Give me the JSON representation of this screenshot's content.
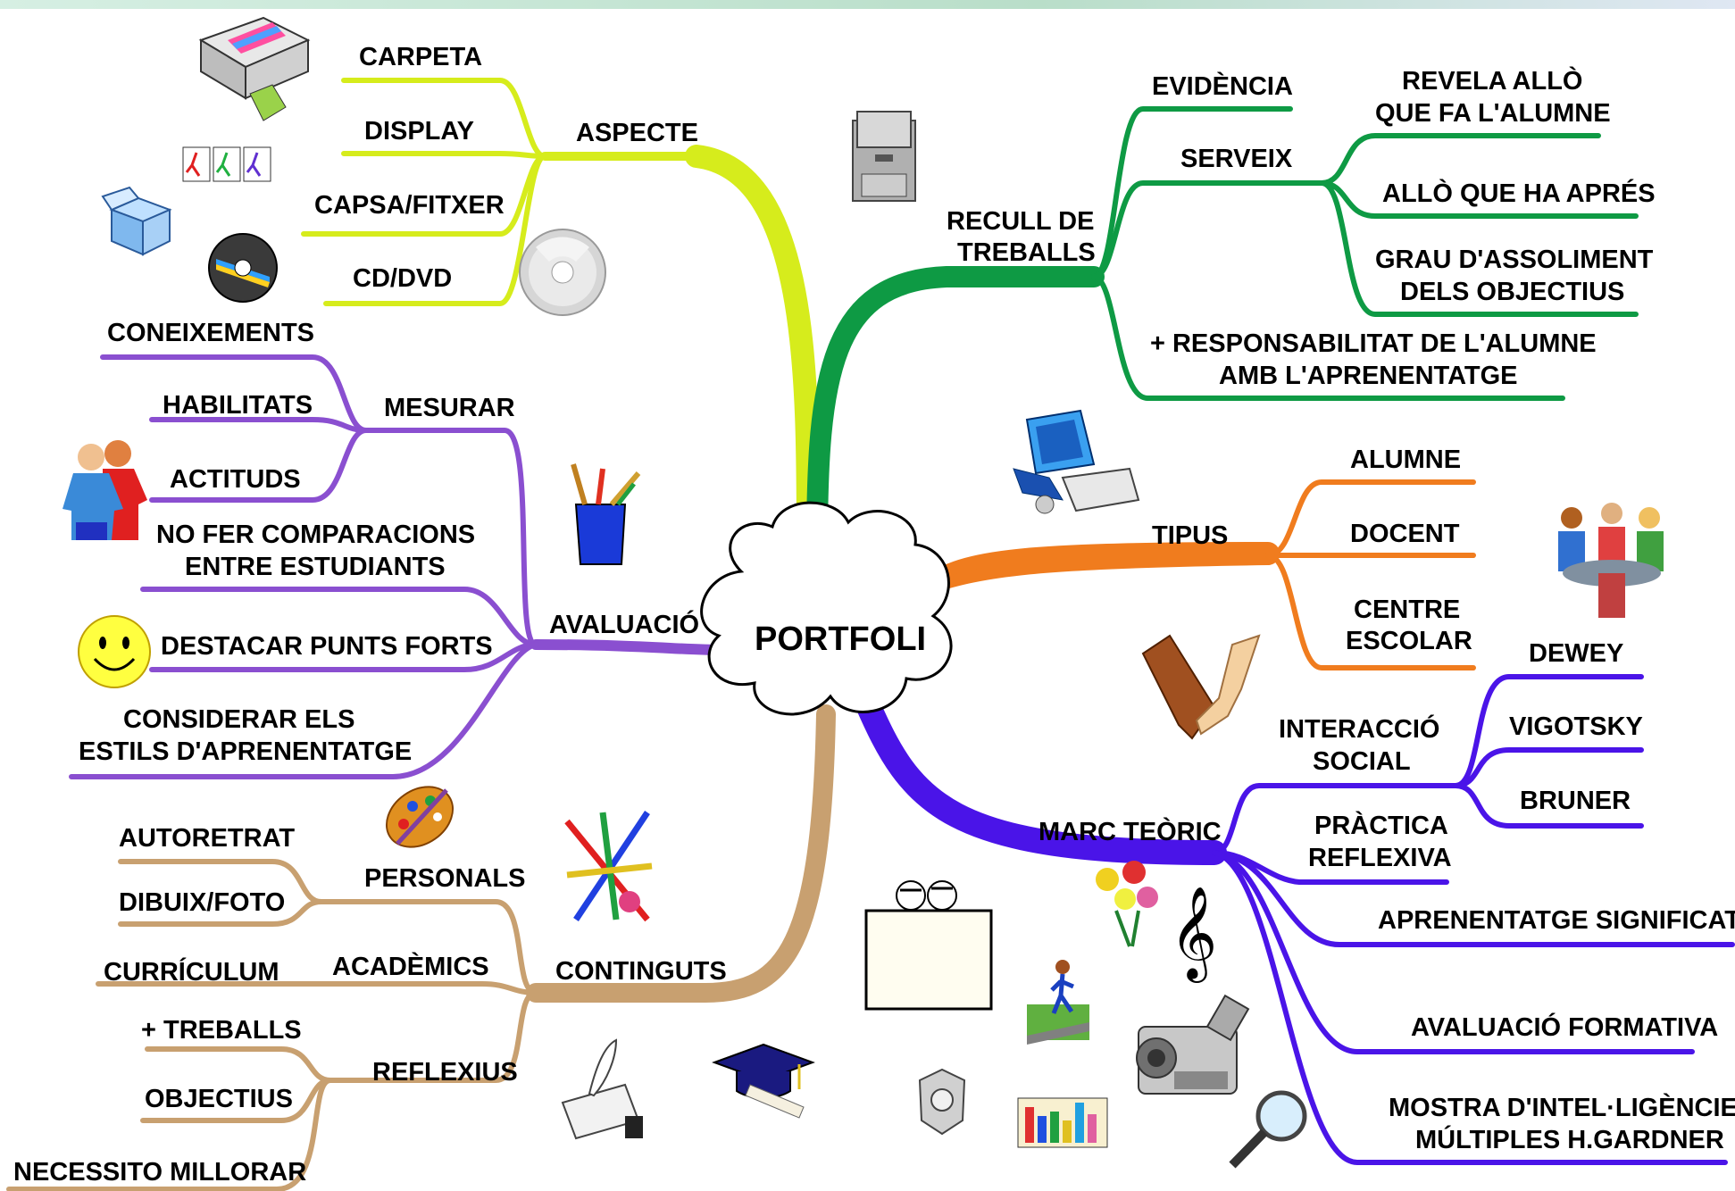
{
  "center": "PORTFOLI",
  "colors": {
    "aspecte": "#d6ec1c",
    "recull": "#0e9a44",
    "tipus": "#f07c1e",
    "marc": "#4a14e8",
    "avaluacio": "#8a4fd0",
    "continguts": "#c8a070"
  },
  "aspecte": {
    "title": "ASPECTE",
    "items": [
      "CARPETA",
      "DISPLAY",
      "CAPSA/FITXER",
      "CD/DVD"
    ]
  },
  "recull": {
    "title1": "RECULL DE",
    "title2": "TREBALLS",
    "evidencia": "EVIDÈNCIA",
    "serveix": "SERVEIX",
    "serveix_items": {
      "revela1": "REVELA ALLÒ",
      "revela2": "QUE FA L'ALUMNE",
      "apres": "ALLÒ QUE HA APRÉS",
      "grau1": "GRAU D'ASSOLIMENT",
      "grau2": "DELS OBJECTIUS"
    },
    "resp1": "+ RESPONSABILITAT DE L'ALUMNE",
    "resp2": "AMB L'APRENENTATGE"
  },
  "tipus": {
    "title": "TIPUS",
    "alumne": "ALUMNE",
    "docent": "DOCENT",
    "centre1": "CENTRE",
    "centre2": "ESCOLAR"
  },
  "marc": {
    "title": "MARC TEÒRIC",
    "interaccio1": "INTERACCIÓ",
    "interaccio2": "SOCIAL",
    "authors": [
      "DEWEY",
      "VIGOTSKY",
      "BRUNER"
    ],
    "practica1": "PRÀCTICA",
    "practica2": "REFLEXIVA",
    "significatiu": "APRENENTATGE SIGNIFICATIU",
    "formativa": "AVALUACIÓ FORMATIVA",
    "mostra1": "MOSTRA D'INTEL·LIGÈNCIES",
    "mostra2": "MÚLTIPLES H.GARDNER"
  },
  "avaluacio": {
    "title": "AVALUACIÓ",
    "mesurar": "MESURAR",
    "mesurar_items": [
      "CONEIXEMENTS",
      "HABILITATS",
      "ACTITUDS"
    ],
    "nofer1": "NO FER COMPARACIONS",
    "nofer2": "ENTRE ESTUDIANTS",
    "destacar": "DESTACAR PUNTS FORTS",
    "considerar1": "CONSIDERAR ELS",
    "considerar2": "ESTILS D'APRENENTATGE"
  },
  "continguts": {
    "title": "CONTINGUTS",
    "personals": "PERSONALS",
    "personals_items": [
      "AUTORETRAT",
      "DIBUIX/FOTO"
    ],
    "academics": "ACADÈMICS",
    "curriculum": "CURRÍCULUM",
    "reflexius": "REFLEXIUS",
    "reflexius_items": [
      "+ TREBALLS",
      "OBJECTIUS",
      "NECESSITO MILLORAR"
    ]
  },
  "icons": [
    "printer-icon",
    "running-figures-icon",
    "box-icon",
    "disc-icon",
    "cd-icon",
    "cash-box-icon",
    "people-icon",
    "pencil-cup-icon",
    "smiley-icon",
    "palette-icon",
    "brushes-icon",
    "quill-icon",
    "graduation-cap-icon",
    "badge-icon",
    "computer-icon",
    "meeting-icon",
    "handshake-icon",
    "picture-frame-icon",
    "flowers-icon",
    "treble-clef-icon",
    "runner-icon",
    "camcorder-icon",
    "keyboard-chart-icon",
    "magnifier-icon"
  ]
}
